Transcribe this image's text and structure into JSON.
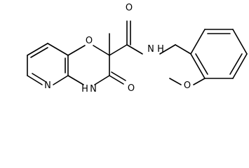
{
  "atoms": {
    "o_ring": "O",
    "methyl": "",
    "carbonyl_o_top": "O",
    "amide_n": "N",
    "amide_h": "H",
    "pyridine_n": "N",
    "ring_nh_h": "H",
    "ring_nh_n": "N",
    "lactam_o": "O",
    "methoxy_o": "O"
  }
}
